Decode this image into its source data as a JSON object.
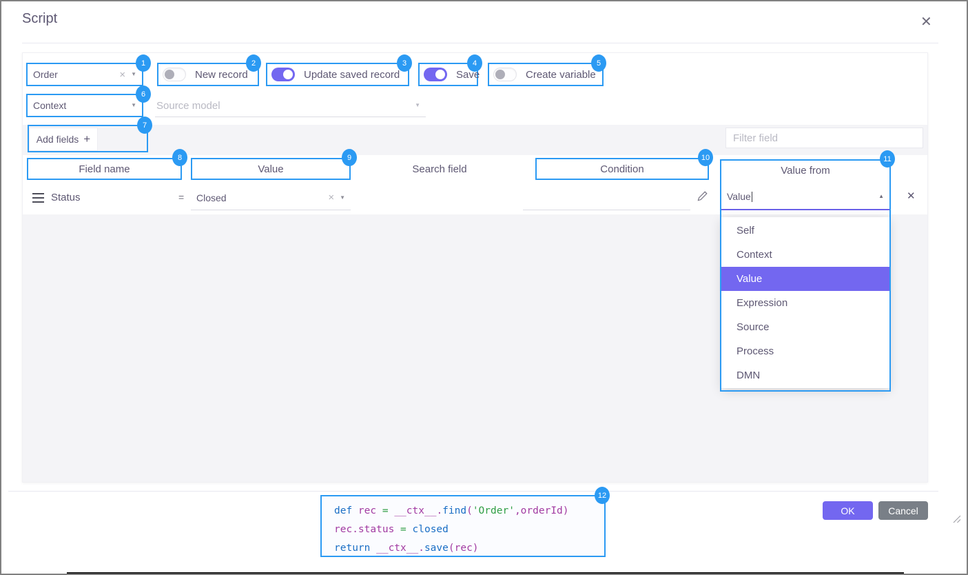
{
  "dialog": {
    "title": "Script"
  },
  "icons": {
    "close": "✕",
    "clear": "×",
    "caret_down": "▼",
    "caret_up": "▲",
    "plus": "+",
    "remove_row": "✕",
    "equals": "="
  },
  "toolbar": {
    "record_select": {
      "value": "Order"
    },
    "toggles": [
      {
        "label": "New record",
        "on": false
      },
      {
        "label": "Update saved record",
        "on": true
      },
      {
        "label": "Save",
        "on": true
      },
      {
        "label": "Create variable",
        "on": false
      }
    ],
    "context_select": {
      "value": "Context"
    },
    "source_model_placeholder": "Source model"
  },
  "fields_toolbar": {
    "add_fields_label": "Add fields",
    "filter_placeholder": "Filter field"
  },
  "table": {
    "headers": {
      "field_name": "Field name",
      "value": "Value",
      "search_field": "Search field",
      "condition": "Condition",
      "value_from": "Value from"
    },
    "row": {
      "field_name": "Status",
      "operator": "=",
      "value": "Closed",
      "value_from_input": "Value"
    }
  },
  "value_from_dropdown": {
    "options": [
      "Self",
      "Context",
      "Value",
      "Expression",
      "Source",
      "Process",
      "DMN"
    ],
    "selected": "Value"
  },
  "code_editor": {
    "lines": [
      [
        {
          "t": "def",
          "c": "b"
        },
        {
          "t": " rec ",
          "c": "p"
        },
        {
          "t": "= ",
          "c": "g"
        },
        {
          "t": "__ctx__",
          "c": "p"
        },
        {
          "t": ".",
          "c": "p"
        },
        {
          "t": "find",
          "c": "b"
        },
        {
          "t": "(",
          "c": "p"
        },
        {
          "t": "'Order'",
          "c": "g"
        },
        {
          "t": ",",
          "c": "p"
        },
        {
          "t": "orderId",
          "c": "p"
        },
        {
          "t": ")",
          "c": "p"
        }
      ],
      [
        {
          "t": "rec.status ",
          "c": "p"
        },
        {
          "t": "= ",
          "c": "g"
        },
        {
          "t": "closed",
          "c": "b"
        }
      ],
      [
        {
          "t": "return ",
          "c": "b"
        },
        {
          "t": "__ctx__.",
          "c": "p"
        },
        {
          "t": "save",
          "c": "b"
        },
        {
          "t": "(rec)",
          "c": "p"
        }
      ]
    ]
  },
  "footer": {
    "ok": "OK",
    "cancel": "Cancel"
  },
  "annotations": [
    "1",
    "2",
    "3",
    "4",
    "5",
    "6",
    "7",
    "8",
    "9",
    "10",
    "11",
    "12"
  ],
  "colors": {
    "accent_purple": "#7367f0",
    "annotation_blue": "#2b9af3",
    "code_keyword": "#1a6ec5",
    "code_identifier": "#a23ba2",
    "code_operator_string": "#2f9e44"
  }
}
